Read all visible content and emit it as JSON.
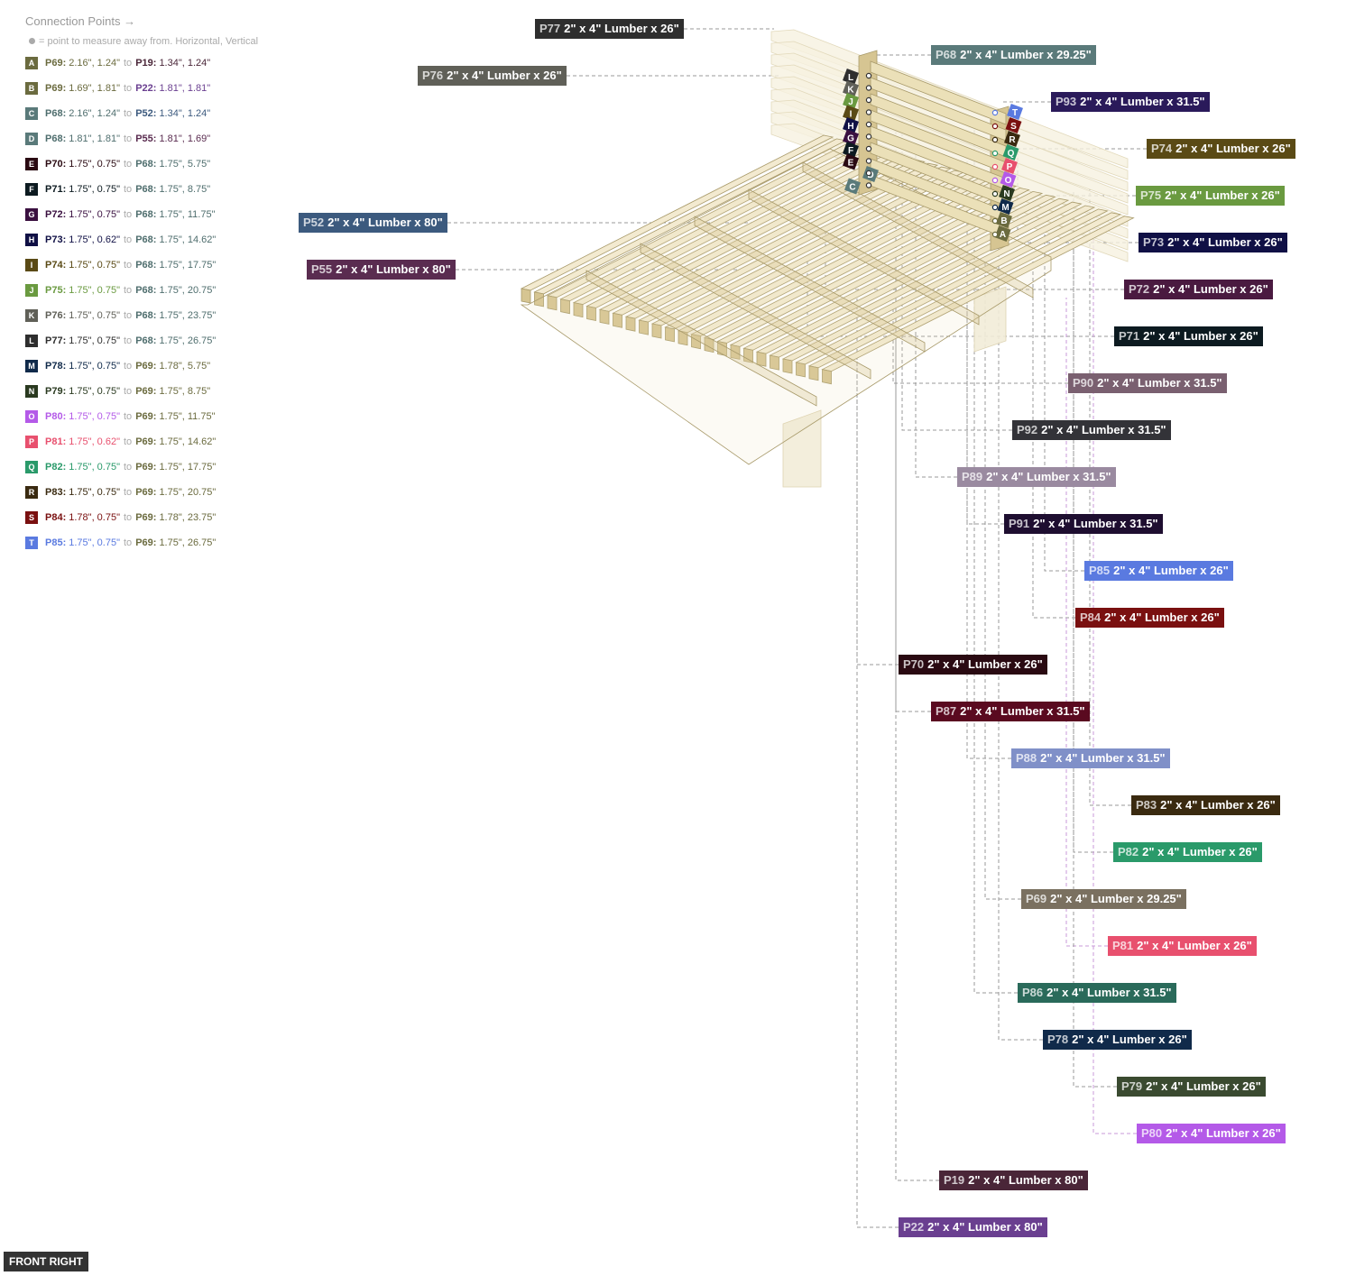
{
  "legend": {
    "title": "Connection Points →",
    "note": "= point to measure away from. Horizontal, Vertical",
    "rows": [
      {
        "letter": "A",
        "color": "#6b6b3f",
        "pa": "P69:",
        "va": "2.16\", 1.24\"",
        "pb": "P19:",
        "vb": "1.34\", 1.24\"",
        "ca": "#6b6b3f",
        "cb": "#4a2638"
      },
      {
        "letter": "B",
        "color": "#6b6b3f",
        "pa": "P69:",
        "va": "1.69\", 1.81\"",
        "pb": "P22:",
        "vb": "1.81\", 1.81\"",
        "ca": "#6b6b3f",
        "cb": "#6a3f90"
      },
      {
        "letter": "C",
        "color": "#5a7a7a",
        "pa": "P68:",
        "va": "2.16\", 1.24\"",
        "pb": "P52:",
        "vb": "1.34\", 1.24\"",
        "ca": "#4f6e6e",
        "cb": "#3c5a7e"
      },
      {
        "letter": "D",
        "color": "#5a7a7a",
        "pa": "P68:",
        "va": "1.81\", 1.81\"",
        "pb": "P55:",
        "vb": "1.81\", 1.69\"",
        "ca": "#4f6e6e",
        "cb": "#5a2c50"
      },
      {
        "letter": "E",
        "color": "#2a0a12",
        "pa": "P70:",
        "va": "1.75\", 0.75\"",
        "pb": "P68:",
        "vb": "1.75\", 5.75\"",
        "ca": "#2a0a12",
        "cb": "#4f6e6e"
      },
      {
        "letter": "F",
        "color": "#0c1a20",
        "pa": "P71:",
        "va": "1.75\", 0.75\"",
        "pb": "P68:",
        "vb": "1.75\", 8.75\"",
        "ca": "#0c1a20",
        "cb": "#4f6e6e"
      },
      {
        "letter": "G",
        "color": "#3a1040",
        "pa": "P72:",
        "va": "1.75\", 0.75\"",
        "pb": "P68:",
        "vb": "1.75\", 11.75\"",
        "ca": "#3a1040",
        "cb": "#4f6e6e"
      },
      {
        "letter": "H",
        "color": "#101045",
        "pa": "P73:",
        "va": "1.75\", 0.62\"",
        "pb": "P68:",
        "vb": "1.75\", 14.62\"",
        "ca": "#101045",
        "cb": "#4f6e6e"
      },
      {
        "letter": "I",
        "color": "#5a4a15",
        "pa": "P74:",
        "va": "1.75\", 0.75\"",
        "pb": "P68:",
        "vb": "1.75\", 17.75\"",
        "ca": "#5a4a15",
        "cb": "#4f6e6e"
      },
      {
        "letter": "J",
        "color": "#6a9a40",
        "pa": "P75:",
        "va": "1.75\", 0.75\"",
        "pb": "P68:",
        "vb": "1.75\", 20.75\"",
        "ca": "#6a9a40",
        "cb": "#4f6e6e"
      },
      {
        "letter": "K",
        "color": "#606058",
        "pa": "P76:",
        "va": "1.75\", 0.75\"",
        "pb": "P68:",
        "vb": "1.75\", 23.75\"",
        "ca": "#606058",
        "cb": "#4f6e6e"
      },
      {
        "letter": "L",
        "color": "#2e2e2e",
        "pa": "P77:",
        "va": "1.75\", 0.75\"",
        "pb": "P68:",
        "vb": "1.75\", 26.75\"",
        "ca": "#2e2e2e",
        "cb": "#4f6e6e"
      },
      {
        "letter": "M",
        "color": "#102a4a",
        "pa": "P78:",
        "va": "1.75\", 0.75\"",
        "pb": "P69:",
        "vb": "1.78\", 5.75\"",
        "ca": "#102a4a",
        "cb": "#6b6b3f"
      },
      {
        "letter": "N",
        "color": "#2a3a20",
        "pa": "P79:",
        "va": "1.75\", 0.75\"",
        "pb": "P69:",
        "vb": "1.75\", 8.75\"",
        "ca": "#2a3a20",
        "cb": "#6b6b3f"
      },
      {
        "letter": "O",
        "color": "#b45ae8",
        "pa": "P80:",
        "va": "1.75\", 0.75\"",
        "pb": "P69:",
        "vb": "1.75\", 11.75\"",
        "ca": "#b45ae8",
        "cb": "#6b6b3f"
      },
      {
        "letter": "P",
        "color": "#e8506e",
        "pa": "P81:",
        "va": "1.75\", 0.62\"",
        "pb": "P69:",
        "vb": "1.75\", 14.62\"",
        "ca": "#e8506e",
        "cb": "#6b6b3f"
      },
      {
        "letter": "Q",
        "color": "#2a9a6a",
        "pa": "P82:",
        "va": "1.75\", 0.75\"",
        "pb": "P69:",
        "vb": "1.75\", 17.75\"",
        "ca": "#2a9a6a",
        "cb": "#6b6b3f"
      },
      {
        "letter": "R",
        "color": "#3a2a10",
        "pa": "P83:",
        "va": "1.75\", 0.75\"",
        "pb": "P69:",
        "vb": "1.75\", 20.75\"",
        "ca": "#3a2a10",
        "cb": "#6b6b3f"
      },
      {
        "letter": "S",
        "color": "#7a1010",
        "pa": "P84:",
        "va": "1.78\", 0.75\"",
        "pb": "P69:",
        "vb": "1.78\", 23.75\"",
        "ca": "#7a1010",
        "cb": "#6b6b3f"
      },
      {
        "letter": "T",
        "color": "#5a7ae0",
        "pa": "P85:",
        "va": "1.75\", 0.75\"",
        "pb": "P69:",
        "vb": "1.75\", 26.75\"",
        "ca": "#5a7ae0",
        "cb": "#6b6b3f"
      }
    ]
  },
  "parts": [
    {
      "id": "P77",
      "desc": "2\" x 4\" Lumber  x 26\"",
      "color": "#2e2e2e"
    },
    {
      "id": "P68",
      "desc": "2\" x 4\" Lumber  x 29.25\"",
      "color": "#5a7a7a"
    },
    {
      "id": "P76",
      "desc": "2\" x 4\" Lumber  x 26\"",
      "color": "#606058"
    },
    {
      "id": "P93",
      "desc": "2\" x 4\" Lumber  x 31.5\"",
      "color": "#2a1a5a"
    },
    {
      "id": "P74",
      "desc": "2\" x 4\" Lumber  x 26\"",
      "color": "#5a4a15"
    },
    {
      "id": "P75",
      "desc": "2\" x 4\" Lumber  x 26\"",
      "color": "#6a9a40"
    },
    {
      "id": "P52",
      "desc": "2\" x 4\" Lumber  x 80\"",
      "color": "#3c5a7e"
    },
    {
      "id": "P73",
      "desc": "2\" x 4\" Lumber  x 26\"",
      "color": "#101045"
    },
    {
      "id": "P55",
      "desc": "2\" x 4\" Lumber  x 80\"",
      "color": "#5a2c50"
    },
    {
      "id": "P72",
      "desc": "2\" x 4\" Lumber  x 26\"",
      "color": "#4a1a40"
    },
    {
      "id": "P71",
      "desc": "2\" x 4\" Lumber  x 26\"",
      "color": "#0c1a20"
    },
    {
      "id": "P90",
      "desc": "2\" x 4\" Lumber  x 31.5\"",
      "color": "#7a6070"
    },
    {
      "id": "P92",
      "desc": "2\" x 4\" Lumber  x 31.5\"",
      "color": "#333338"
    },
    {
      "id": "P89",
      "desc": "2\" x 4\" Lumber  x 31.5\"",
      "color": "#9a8aa0"
    },
    {
      "id": "P91",
      "desc": "2\" x 4\" Lumber  x 31.5\"",
      "color": "#1e0e30"
    },
    {
      "id": "P85",
      "desc": "2\" x 4\" Lumber  x 26\"",
      "color": "#5a7ae0"
    },
    {
      "id": "P84",
      "desc": "2\" x 4\" Lumber  x 26\"",
      "color": "#7a1010"
    },
    {
      "id": "P70",
      "desc": "2\" x 4\" Lumber  x 26\"",
      "color": "#2a0a12"
    },
    {
      "id": "P87",
      "desc": "2\" x 4\" Lumber  x 31.5\"",
      "color": "#5a0a20"
    },
    {
      "id": "P88",
      "desc": "2\" x 4\" Lumber  x 31.5\"",
      "color": "#8090c8"
    },
    {
      "id": "P83",
      "desc": "2\" x 4\" Lumber  x 26\"",
      "color": "#3a2a10"
    },
    {
      "id": "P82",
      "desc": "2\" x 4\" Lumber  x 26\"",
      "color": "#2a9a6a"
    },
    {
      "id": "P69",
      "desc": "2\" x 4\" Lumber  x 29.25\"",
      "color": "#7a7060"
    },
    {
      "id": "P81",
      "desc": "2\" x 4\" Lumber  x 26\"",
      "color": "#e8506e"
    },
    {
      "id": "P86",
      "desc": "2\" x 4\" Lumber  x 31.5\"",
      "color": "#2a6a5a"
    },
    {
      "id": "P78",
      "desc": "2\" x 4\" Lumber  x 26\"",
      "color": "#102a4a"
    },
    {
      "id": "P79",
      "desc": "2\" x 4\" Lumber  x 26\"",
      "color": "#3a4a30"
    },
    {
      "id": "P80",
      "desc": "2\" x 4\" Lumber  x 26\"",
      "color": "#b45ae8"
    },
    {
      "id": "P19",
      "desc": "2\" x 4\" Lumber  x 80\"",
      "color": "#4a2638"
    },
    {
      "id": "P22",
      "desc": "2\" x 4\" Lumber  x 80\"",
      "color": "#6a3f90"
    }
  ],
  "view_label": "FRONT RIGHT"
}
